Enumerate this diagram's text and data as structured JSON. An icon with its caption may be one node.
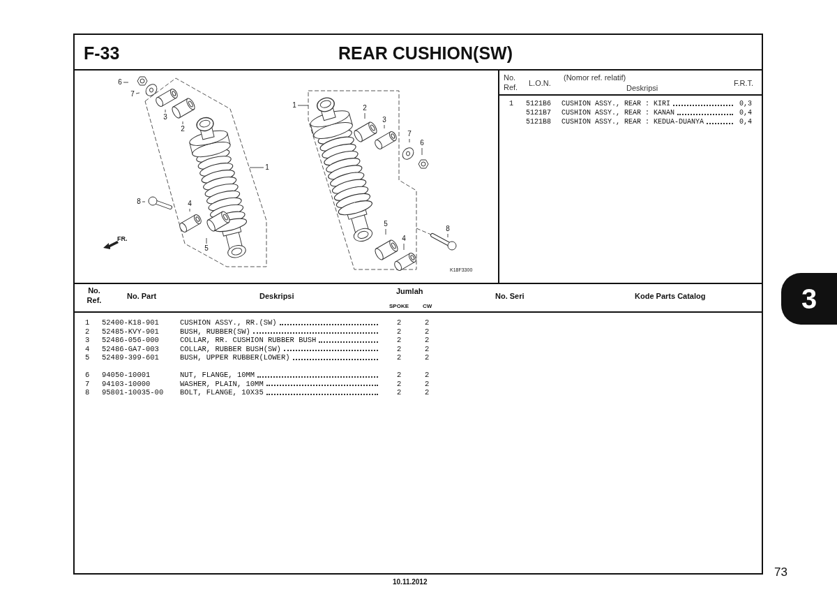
{
  "diagram": {
    "title": "REAR CUSHION(SW)",
    "nodes": [
      {
        "text": [
          "6"
        ]
      },
      {
        "text": [
          "7"
        ]
      },
      {
        "text": [
          "3"
        ]
      },
      {
        "text": [
          "2"
        ]
      },
      {
        "text": [
          "1"
        ]
      },
      {
        "text": [
          "8"
        ]
      },
      {
        "text": [
          "4"
        ]
      },
      {
        "text": [
          "5"
        ]
      },
      {
        "text": [
          "1"
        ]
      },
      {
        "text": [
          "2"
        ]
      },
      {
        "text": [
          "3"
        ]
      },
      {
        "text": [
          "7"
        ]
      },
      {
        "text": [
          "6"
        ]
      },
      {
        "text": [
          "5"
        ]
      },
      {
        "text": [
          "4"
        ]
      },
      {
        "text": [
          "8"
        ]
      }
    ],
    "edges": [
      {
        "from": 0,
        "to": null,
        "arrow": "none"
      },
      {
        "from": 1,
        "to": null,
        "arrow": "none"
      },
      {
        "from": 2,
        "to": null,
        "arrow": "none"
      },
      {
        "from": 3,
        "to": null,
        "arrow": "none"
      },
      {
        "from": 4,
        "to": null,
        "arrow": "none"
      },
      {
        "from": 5,
        "to": null,
        "arrow": "none"
      },
      {
        "from": 6,
        "to": null,
        "arrow": "none"
      },
      {
        "from": 7,
        "to": null,
        "arrow": "none"
      },
      {
        "from": 8,
        "to": null,
        "arrow": "none"
      },
      {
        "from": 9,
        "to": null,
        "arrow": "none"
      },
      {
        "from": 10,
        "to": null,
        "arrow": "none"
      },
      {
        "from": 11,
        "to": null,
        "arrow": "none"
      },
      {
        "from": 12,
        "to": null,
        "arrow": "none"
      },
      {
        "from": 13,
        "to": null,
        "arrow": "none"
      },
      {
        "from": 14,
        "to": null,
        "arrow": "none"
      },
      {
        "from": 15,
        "to": null,
        "arrow": "none"
      }
    ],
    "labels": [
      "F-33",
      "No. Ref.",
      "L.O.N.",
      "(Nomor ref. relatif)",
      "Deskripsi",
      "F.R.T.",
      "1",
      "5121B6",
      "CUSHION ASSY., REAR : KIRI",
      "0,3",
      "5121B7",
      "CUSHION ASSY., REAR : KANAN",
      "0,4",
      "5121B8",
      "CUSHION ASSY., REAR : KEDUA-DUANYA",
      "0,4",
      "FR.",
      "K18F3300",
      "No. Ref.",
      "No. Part",
      "Deskripsi",
      "Jumlah",
      "SPOKE",
      "CW",
      "No. Seri",
      "Kode Parts Catalog",
      "1",
      "52400-K18-901",
      "CUSHION ASSY., RR.(SW)",
      "2",
      "2",
      "2",
      "52485-KVY-901",
      "BUSH, RUBBER(SW)",
      "2",
      "2",
      "3",
      "52486-056-000",
      "COLLAR, RR. CUSHION RUBBER BUSH",
      "2",
      "2",
      "4",
      "52486-GA7-003",
      "COLLAR, RUBBER BUSH(SW)",
      "2",
      "2",
      "5",
      "52489-399-601",
      "BUSH, UPPER RUBBER(LOWER)",
      "2",
      "2",
      "6",
      "94050-10001",
      "NUT, FLANGE, 10MM",
      "2",
      "2",
      "7",
      "94103-10000",
      "WASHER, PLAIN, 10MM",
      "2",
      "2",
      "8",
      "95801-10035-00",
      "BOLT, FLANGE, 10X35",
      "2",
      "2",
      "3",
      "73",
      "10.11.2012"
    ]
  }
}
